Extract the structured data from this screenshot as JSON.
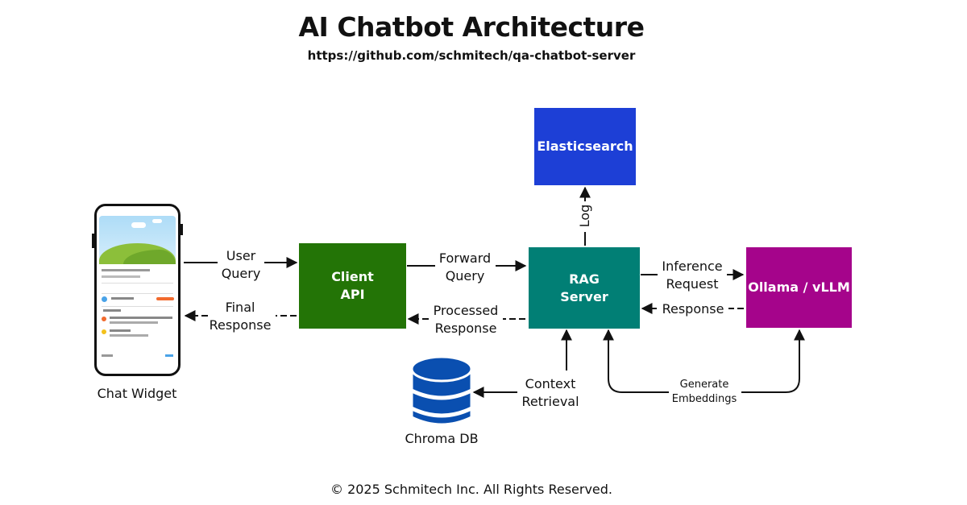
{
  "header": {
    "title": "AI Chatbot Architecture",
    "subtitle": "https://github.com/schmitech/qa-chatbot-server"
  },
  "nodes": {
    "chat_widget": {
      "label": "Chat Widget"
    },
    "client_api": {
      "label": "Client\nAPI",
      "color": "#237406"
    },
    "rag_server": {
      "label": "RAG\nServer",
      "color": "#017f75"
    },
    "elasticsearch": {
      "label": "Elasticsearch",
      "color": "#1d3fd6"
    },
    "ollama": {
      "label": "Ollama / vLLM",
      "color": "#a5048b"
    },
    "chroma": {
      "label": "Chroma DB",
      "color": "#0a4fb0"
    }
  },
  "edges": {
    "user_query": "User\nQuery",
    "final_response": "Final\nResponse",
    "forward_query": "Forward\nQuery",
    "processed_response": "Processed\nResponse",
    "inference_request": "Inference\nRequest",
    "response": "Response",
    "log": "Log",
    "context_retrieval": "Context\nRetrieval",
    "generate_embeddings": "Generate\nEmbeddings"
  },
  "footer": {
    "copyright": "© 2025 Schmitech Inc. All Rights Reserved."
  }
}
